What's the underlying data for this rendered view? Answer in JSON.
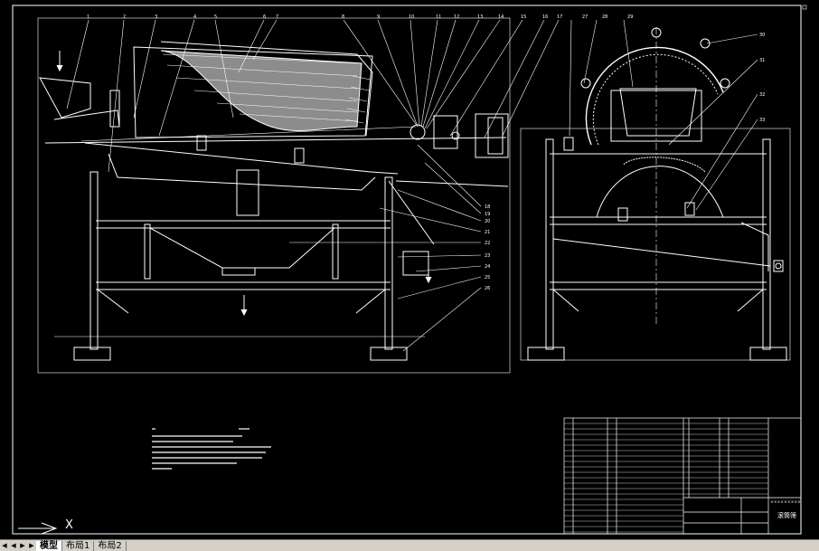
{
  "cad": {
    "part_numbers": [
      "1",
      "2",
      "3",
      "4",
      "5",
      "6",
      "7",
      "8",
      "9",
      "10",
      "11",
      "12",
      "13",
      "14",
      "15",
      "16",
      "17",
      "27",
      "28",
      "29",
      "30",
      "31",
      "32",
      "33"
    ],
    "right_callouts": [
      "18",
      "19",
      "20",
      "21",
      "22",
      "23",
      "24",
      "25",
      "26"
    ],
    "title_block": {
      "drawing_name": "滚筒筛",
      "company": "×××××××××"
    },
    "axis_label": "X"
  },
  "tabs": [
    {
      "label": "模型",
      "active": true
    },
    {
      "label": "布局1",
      "active": false
    },
    {
      "label": "布局2",
      "active": false
    }
  ],
  "colors": {
    "line": "#ffffff",
    "background": "#000000",
    "tabbar": "#d4d0c8"
  }
}
